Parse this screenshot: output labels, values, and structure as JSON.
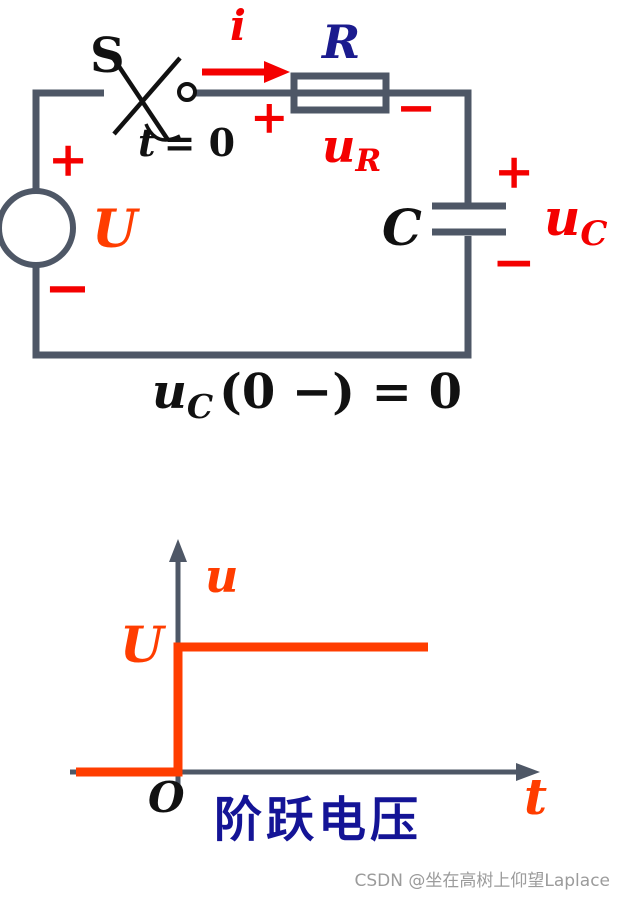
{
  "colors": {
    "wire": "#4e5766",
    "red": "#f40000",
    "orange_red": "#ff3d00",
    "resistor_label_blue": "#1b1b8e",
    "caption_blue": "#141496",
    "watermark_gray": "#9b9b9b"
  },
  "circuit": {
    "switch": {
      "label": "S",
      "time_t": "t",
      "time_eq": "= 0"
    },
    "current": {
      "label": "i"
    },
    "resistor": {
      "label": "R",
      "voltage": {
        "plus": "+",
        "symbol": "u",
        "subscript": "R",
        "minus": "−"
      }
    },
    "source": {
      "plus": "+",
      "label": "U",
      "minus": "−"
    },
    "capacitor": {
      "label": "C",
      "voltage": {
        "plus": "+",
        "symbol": "u",
        "subscript": "C",
        "minus": "−"
      }
    },
    "initial_condition": {
      "symbol": "u",
      "subscript": "C",
      "rest": "(0 −) = 0"
    }
  },
  "graph": {
    "y_axis_label": "u",
    "x_axis_label": "t",
    "step_level_label": "U",
    "origin_label": "O",
    "caption": "阶跃电压"
  },
  "chart_data": {
    "type": "line",
    "title": "阶跃电压",
    "xlabel": "t",
    "ylabel": "u",
    "y_unit": "U",
    "description": "Unit step voltage: u = 0 for t < 0, u = U for t > 0, jump at t = 0",
    "series": [
      {
        "name": "u(t)",
        "x": [
          -1,
          0,
          0,
          2.5
        ],
        "y": [
          0,
          0,
          1,
          1
        ]
      }
    ]
  },
  "watermark": "CSDN @坐在高树上仰望Laplace"
}
